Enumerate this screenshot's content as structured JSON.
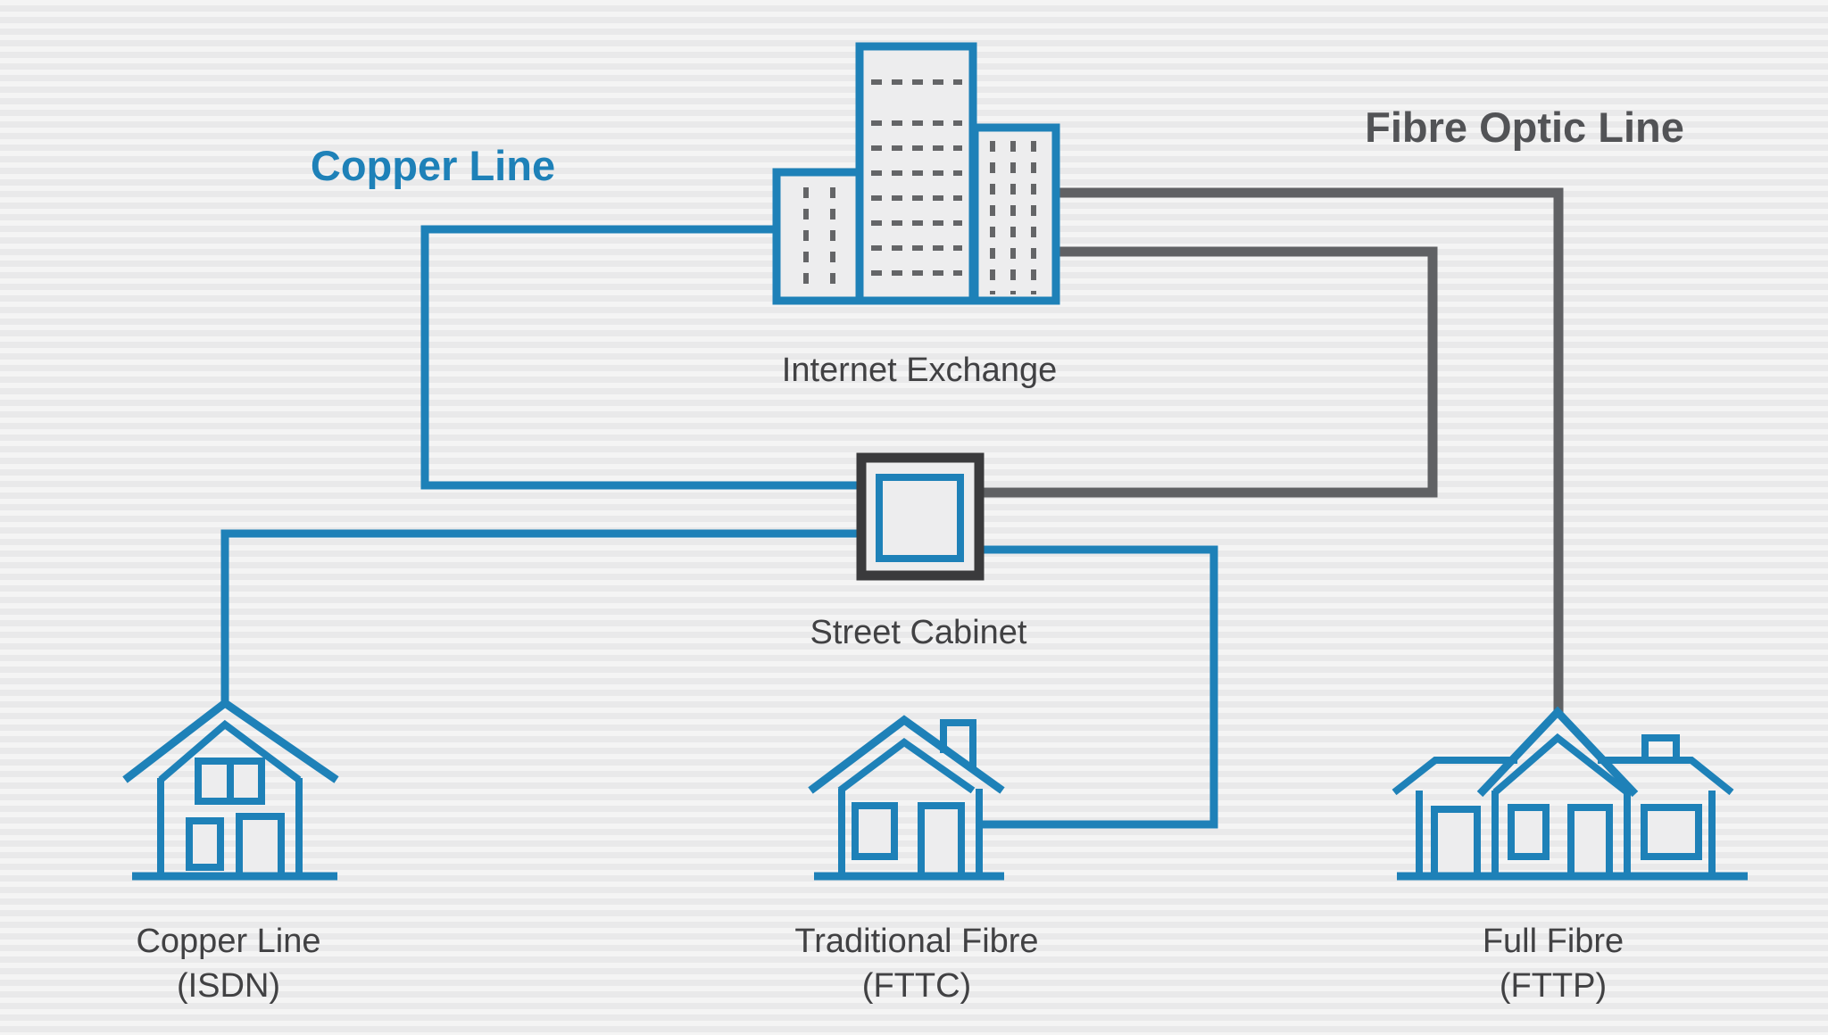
{
  "colors": {
    "background": "#ececed",
    "copper_blue": "#1e81b8",
    "fibre_gray": "#606164",
    "cabinet_dark": "#3a3a3c",
    "text_dark": "#414143",
    "heading_gray": "#525356",
    "dash_gray": "#646567"
  },
  "headings": {
    "copper": "Copper Line",
    "fibre": "Fibre Optic Line"
  },
  "nodes": {
    "exchange": {
      "label": "Internet Exchange"
    },
    "cabinet": {
      "label": "Street Cabinet"
    },
    "house_isdn": {
      "label_line1": "Copper Line",
      "label_line2": "(ISDN)"
    },
    "house_fttc": {
      "label_line1": "Traditional Fibre",
      "label_line2": "(FTTC)"
    },
    "house_fttp": {
      "label_line1": "Full Fibre",
      "label_line2": "(FTTP)"
    }
  },
  "connections": [
    {
      "from": "Internet Exchange",
      "to": "Street Cabinet",
      "line": "copper"
    },
    {
      "from": "Street Cabinet",
      "to": "Copper Line (ISDN) house",
      "line": "copper"
    },
    {
      "from": "Internet Exchange",
      "to": "Street Cabinet",
      "line": "fibre"
    },
    {
      "from": "Street Cabinet",
      "to": "Traditional Fibre (FTTC) house",
      "line": "copper"
    },
    {
      "from": "Internet Exchange",
      "to": "Full Fibre (FTTP) house",
      "line": "fibre"
    }
  ],
  "icons": {
    "exchange": "office-buildings-icon",
    "cabinet": "street-cabinet-icon",
    "house_isdn": "two-storey-house-icon",
    "house_fttc": "house-with-chimney-icon",
    "house_fttp": "bungalow-house-icon"
  }
}
